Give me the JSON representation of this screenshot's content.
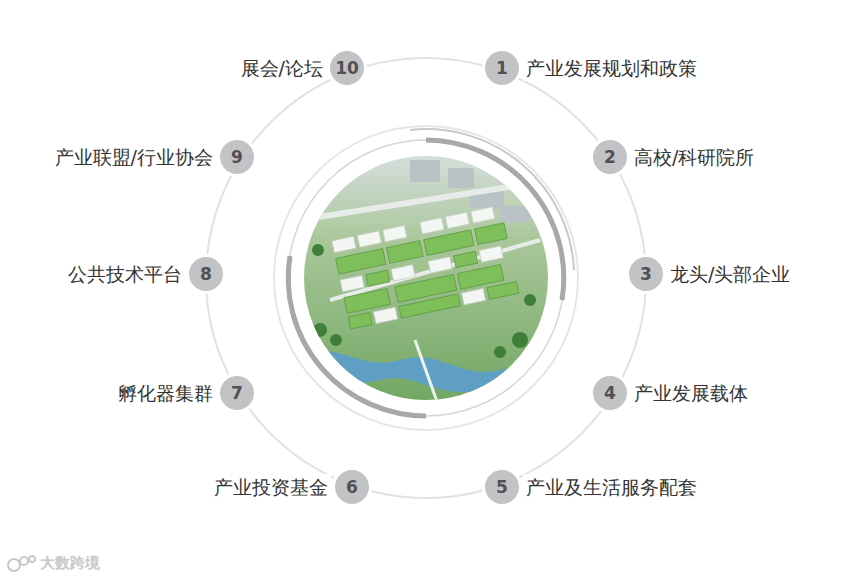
{
  "diagram": {
    "nodes": [
      {
        "text": [
          "1",
          "产业发展规划和政策"
        ]
      },
      {
        "text": [
          "2",
          "高校/科研院所"
        ]
      },
      {
        "text": [
          "3",
          "龙头/头部企业"
        ]
      },
      {
        "text": [
          "4",
          "产业发展载体"
        ]
      },
      {
        "text": [
          "5",
          "产业及生活服务配套"
        ]
      },
      {
        "text": [
          "6",
          "产业投资基金"
        ]
      },
      {
        "text": [
          "7",
          "孵化器集群"
        ]
      },
      {
        "text": [
          "8",
          "公共技术平台"
        ]
      },
      {
        "text": [
          "9",
          "产业联盟/行业协会"
        ]
      },
      {
        "text": [
          "10",
          "展会/论坛"
        ]
      }
    ],
    "labels": [
      "大数跨境"
    ]
  }
}
